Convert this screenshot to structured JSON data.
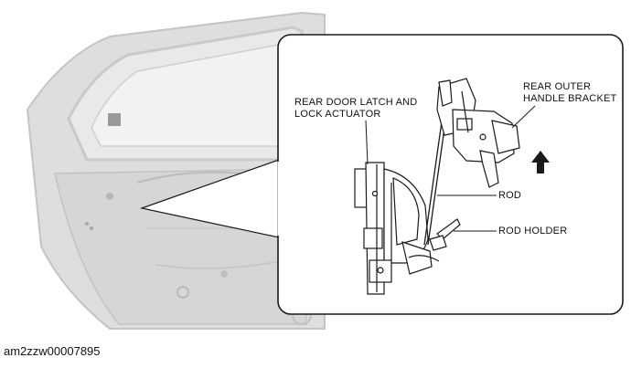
{
  "diagram": {
    "labels": {
      "latch_line1": "REAR DOOR LATCH AND",
      "latch_line2": "LOCK ACTUATOR",
      "bracket_line1": "REAR OUTER",
      "bracket_line2": "HANDLE BRACKET",
      "rod": "ROD",
      "rod_holder": "ROD HOLDER"
    },
    "caption": "am2zzw00007895",
    "icons": {
      "direction_arrow": "up-arrow-icon"
    },
    "colors": {
      "door_fill": "#dcdcdc",
      "door_edge": "#bdbdbd",
      "outline": "#1a1a1a"
    }
  }
}
